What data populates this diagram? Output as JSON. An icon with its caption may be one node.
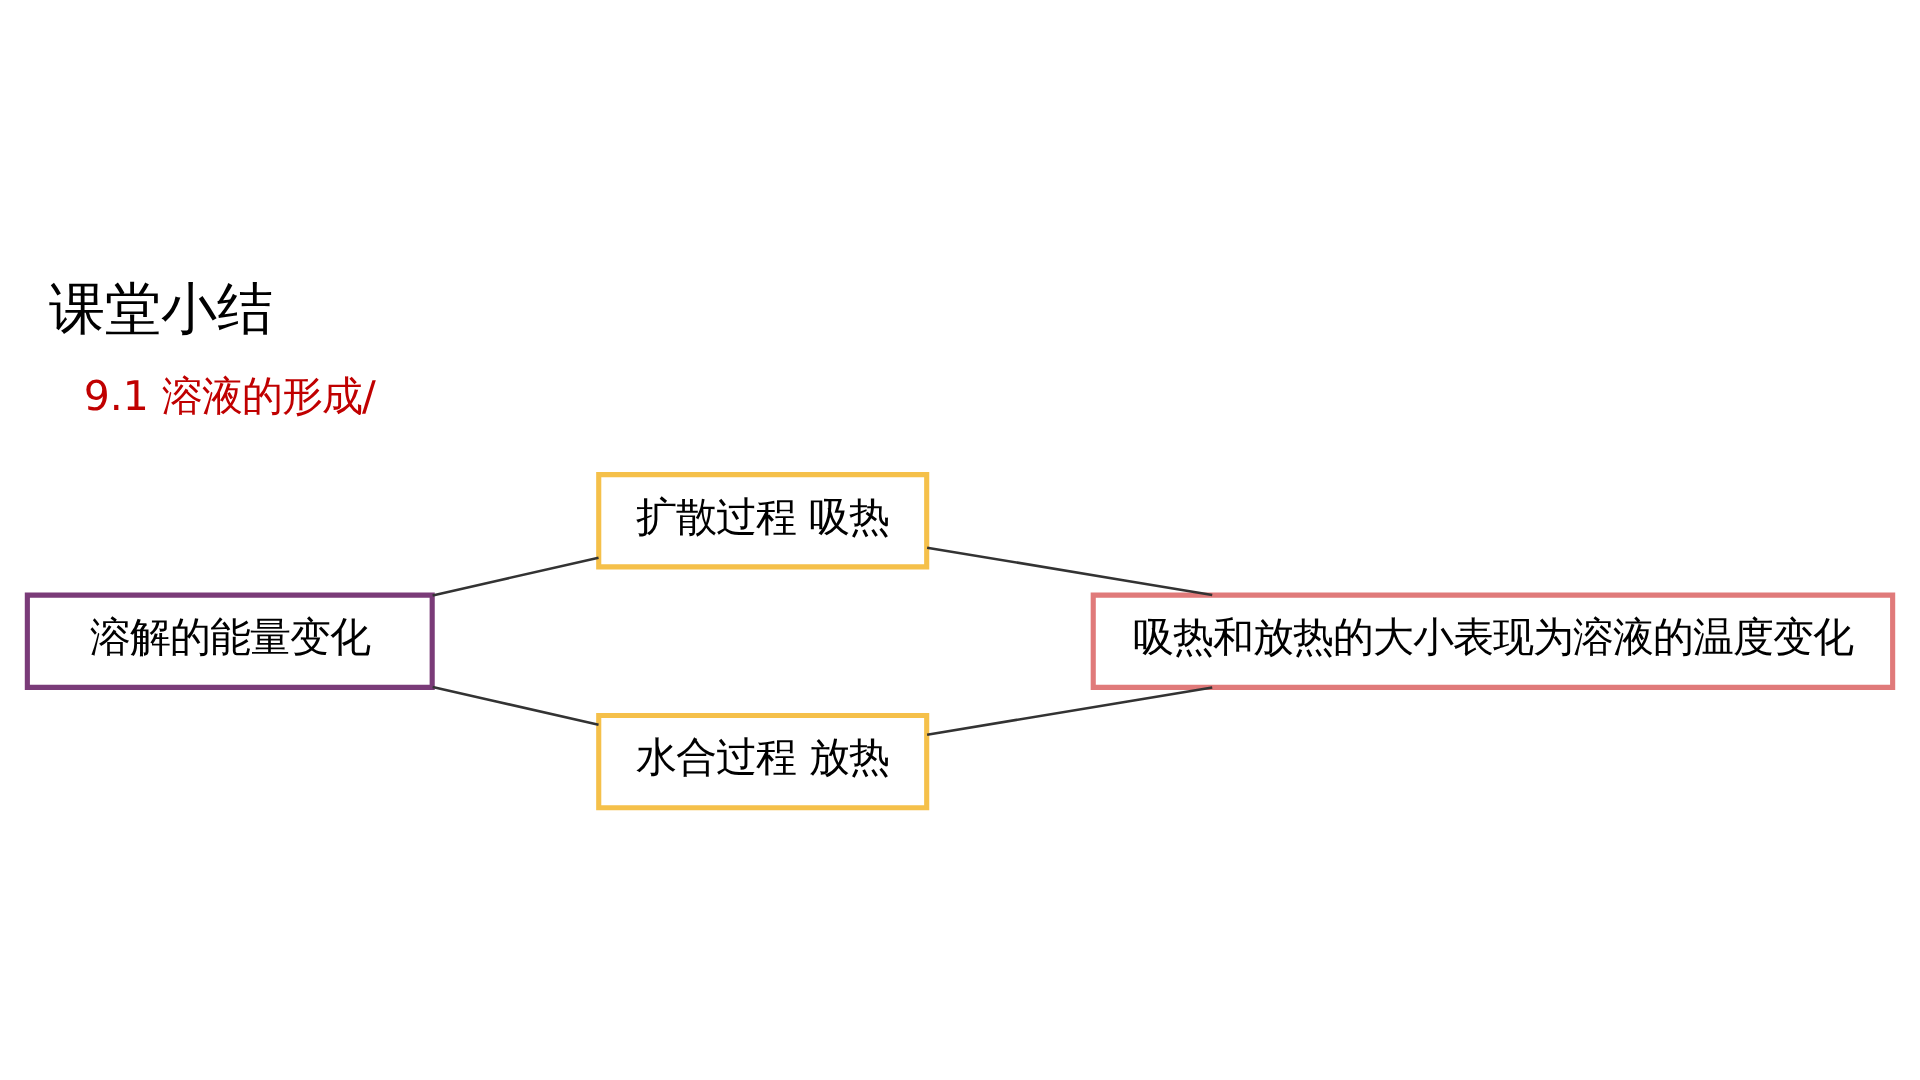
{
  "diagram": {
    "title": "课堂小结",
    "nodes": [
      {
        "text": [
          "溶解的能量变化"
        ]
      },
      {
        "text": [
          "扩散过程 吸热"
        ]
      },
      {
        "text": [
          "水合过程 放热"
        ]
      },
      {
        "text": [
          "吸热和放热的大小表现为溶液的温度变化"
        ]
      }
    ],
    "edges": [
      {
        "from": 0,
        "to": 1,
        "arrow": "none"
      },
      {
        "from": 0,
        "to": 2,
        "arrow": "none"
      },
      {
        "from": 1,
        "to": 3,
        "arrow": "none"
      },
      {
        "from": 2,
        "to": 3,
        "arrow": "none"
      }
    ],
    "labels": [
      "9.1 溶液的形成/"
    ]
  }
}
